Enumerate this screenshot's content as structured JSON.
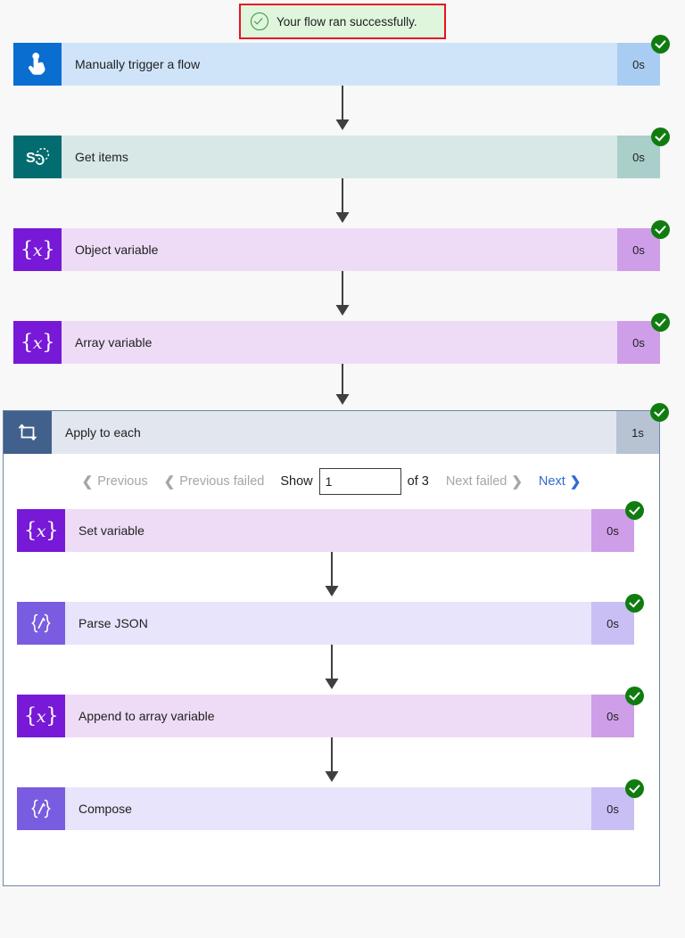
{
  "banner": {
    "icon": "check-circle-icon",
    "text": "Your flow ran successfully.",
    "background_color": "#dff6dd",
    "border_color": "#e81123"
  },
  "flow": {
    "steps": [
      {
        "name": "manually-trigger-a-flow",
        "title": "Manually trigger a flow",
        "duration": "0s",
        "status": "succeeded",
        "icon": "tap-hand-icon",
        "theme": "trigger"
      },
      {
        "name": "get-items",
        "title": "Get items",
        "duration": "0s",
        "status": "succeeded",
        "icon": "sharepoint-icon",
        "theme": "sharepoint"
      },
      {
        "name": "object-variable",
        "title": "Object variable",
        "duration": "0s",
        "status": "succeeded",
        "icon": "variable-braces-icon",
        "theme": "variable"
      },
      {
        "name": "array-variable",
        "title": "Array variable",
        "duration": "0s",
        "status": "succeeded",
        "icon": "variable-braces-icon",
        "theme": "variable"
      }
    ],
    "loop": {
      "name": "apply-to-each",
      "title": "Apply to each",
      "duration": "1s",
      "status": "succeeded",
      "icon": "loop-repeat-icon",
      "theme": "loop",
      "pager": {
        "previous_label": "Previous",
        "previous_failed_label": "Previous failed",
        "show_label": "Show",
        "page_value": "1",
        "of_label": "of 3",
        "next_failed_label": "Next failed",
        "next_label": "Next",
        "previous_enabled": false,
        "previous_failed_enabled": false,
        "next_failed_enabled": false,
        "next_enabled": true,
        "disabled_color": "#a6a6a6",
        "enabled_color": "#2f6ad1"
      },
      "steps": [
        {
          "name": "set-variable",
          "title": "Set variable",
          "duration": "0s",
          "status": "succeeded",
          "icon": "variable-braces-icon",
          "theme": "variable"
        },
        {
          "name": "parse-json",
          "title": "Parse JSON",
          "duration": "0s",
          "status": "succeeded",
          "icon": "data-operation-icon",
          "theme": "data"
        },
        {
          "name": "append-to-array-variable",
          "title": "Append to array variable",
          "duration": "0s",
          "status": "succeeded",
          "icon": "variable-braces-icon",
          "theme": "variable"
        },
        {
          "name": "compose",
          "title": "Compose",
          "duration": "0s",
          "status": "succeeded",
          "icon": "data-operation-icon",
          "theme": "data"
        }
      ]
    }
  },
  "colors": {
    "success_green": "#107c10",
    "trigger_blue": "#0a6ed1",
    "sharepoint_teal": "#036c70",
    "variable_purple": "#7719d6",
    "data_violet": "#7a5ce0",
    "loop_slate": "#41618c",
    "page_background": "#f8f8f8"
  }
}
